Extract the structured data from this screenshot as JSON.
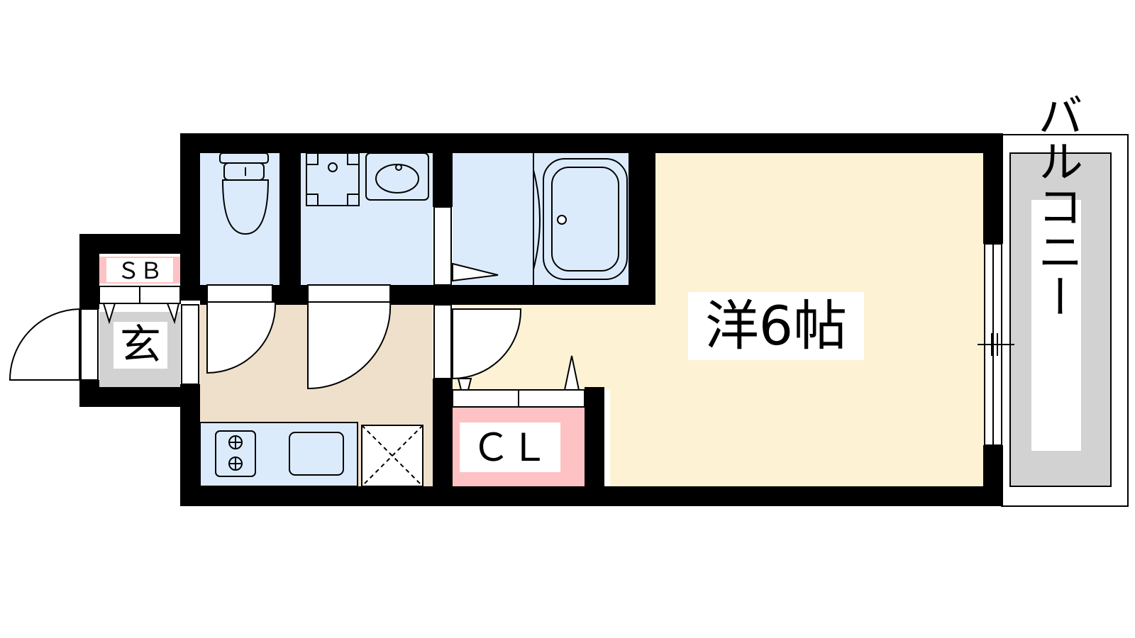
{
  "labels": {
    "room": "洋6帖",
    "closet": "ＣＬ",
    "shoe_box": "ＳＢ",
    "entrance": "玄",
    "balcony": "バルコニー"
  },
  "colors": {
    "wall": "#000000",
    "room_floor": "#fdf2d4",
    "kitchen_floor": "#efe0cb",
    "wet_area": "#dcebfc",
    "closet": "#fec2c4",
    "entrance_floor": "#d2d2d2",
    "balcony_floor": "#d2d2d2",
    "label_bg": "#ffffff"
  }
}
